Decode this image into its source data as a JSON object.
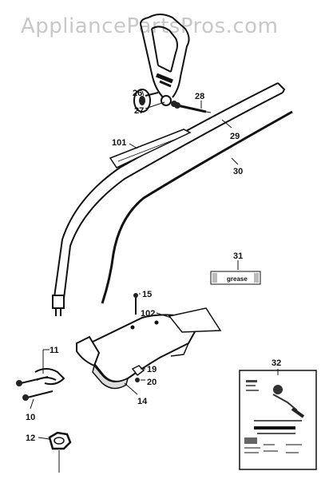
{
  "watermark": "AppliancePartsPros.com",
  "labels": {
    "p26": "26",
    "p27": "27",
    "p28": "28",
    "p29": "29",
    "p30": "30",
    "p101": "101",
    "p31": "31",
    "p15": "15",
    "p102": "102",
    "p11": "11",
    "p19": "19",
    "p20": "20",
    "p14": "14",
    "p10": "10",
    "p12": "12",
    "p32": "32"
  },
  "grease_label": "grease"
}
